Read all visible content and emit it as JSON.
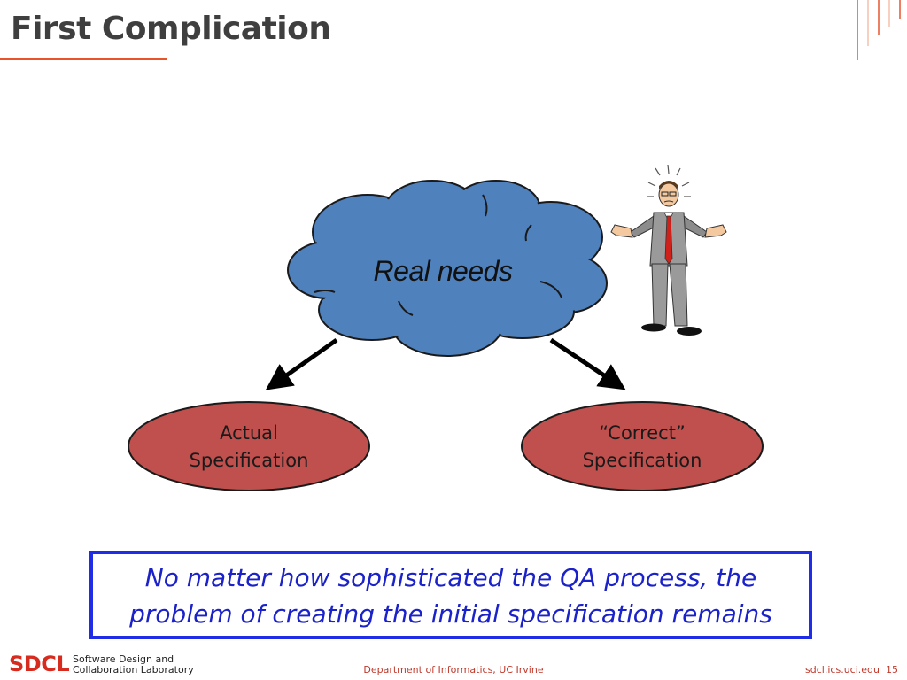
{
  "slide": {
    "title": "First Complication",
    "accent_color": "#e8542a"
  },
  "diagram": {
    "cloud": {
      "label": "Real needs",
      "fill": "#4f81bd"
    },
    "left_node": {
      "line1": "Actual",
      "line2": "Specification",
      "fill": "#c0504d"
    },
    "right_node": {
      "line1": "“Correct”",
      "line2": "Specification",
      "fill": "#c0504d"
    },
    "figure_icon": "shrugging-man-icon"
  },
  "callout": {
    "line1": "No matter how sophisticated the QA process, the",
    "line2": "problem of creating the initial specification remains",
    "border_color": "#1f2ee6",
    "text_color": "#1b22c9"
  },
  "footer": {
    "logo": "SDCL",
    "lab_line1": "Software Design and",
    "lab_line2": "Collaboration Laboratory",
    "department": "Department of Informatics, UC Irvine",
    "url": "sdcl.ics.uci.edu",
    "page_number": "15"
  }
}
